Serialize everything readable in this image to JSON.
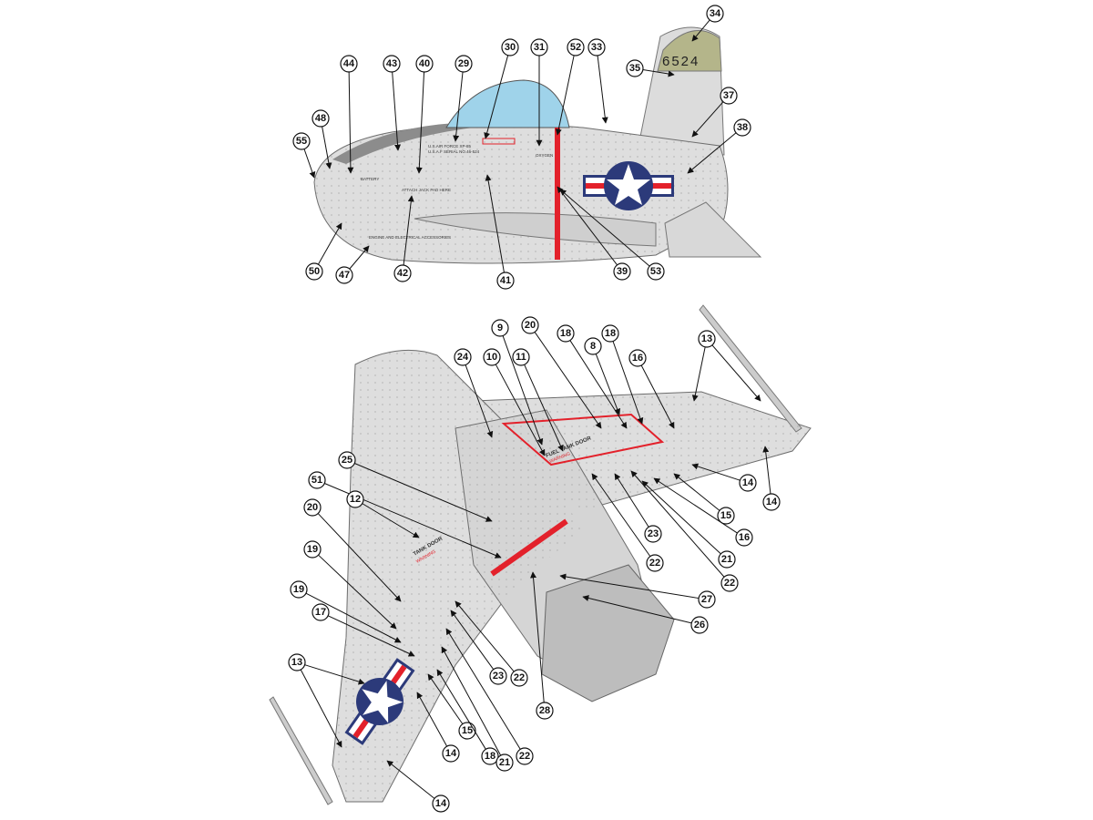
{
  "side_view": {
    "tail_number": "6524",
    "stencils": {
      "usaf": "U.S.AIR FORCE XP-85",
      "serial": "U.S.A.F SERIAL NO.46-524",
      "battery": "BATTERY",
      "jack": "ATTACH JACK PAD HERE",
      "engine": "ENGINE AND ELECTRICAL ACCESSORIES",
      "oxygen": "OXYGEN"
    },
    "callouts": [
      "34",
      "35",
      "37",
      "38",
      "33",
      "52",
      "31",
      "30",
      "29",
      "40",
      "43",
      "44",
      "48",
      "55",
      "50",
      "47",
      "42",
      "41",
      "39",
      "53"
    ]
  },
  "underside_view": {
    "stencils": {
      "fuel_tank_door": "FUEL TANK DOOR",
      "tank_door": "TANK DOOR",
      "warning": "WARNING"
    },
    "callouts": [
      "24",
      "10",
      "9",
      "11",
      "20",
      "18",
      "8",
      "18",
      "16",
      "13",
      "14",
      "14",
      "15",
      "16",
      "21",
      "22",
      "23",
      "22",
      "27",
      "26",
      "25",
      "51",
      "12",
      "20",
      "19",
      "19",
      "17",
      "13",
      "15",
      "18",
      "21",
      "22",
      "23",
      "22",
      "28",
      "14",
      "14"
    ]
  },
  "colors": {
    "panel": "#dedede",
    "line": "#8a8a8a",
    "canopy": "#9fd3ea",
    "tailcap": "#b4b58a",
    "red": "#e3212b",
    "roundel": "#2c3a7a"
  }
}
